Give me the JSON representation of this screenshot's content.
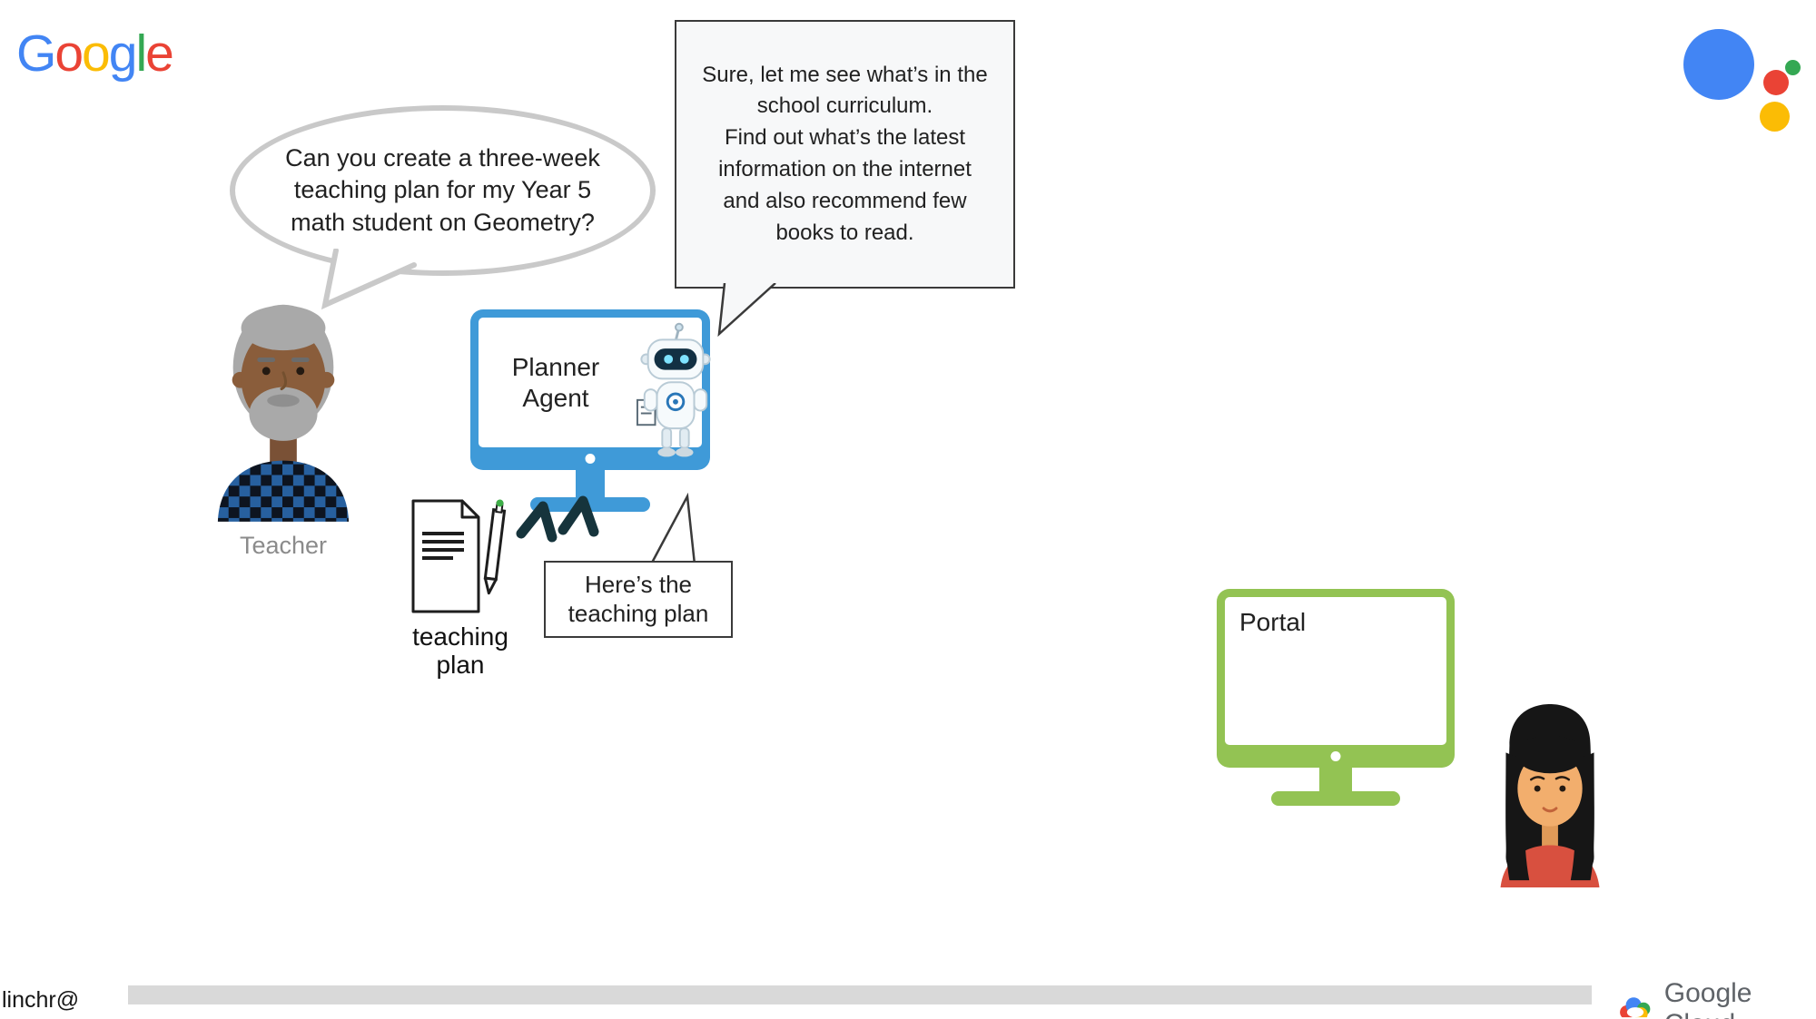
{
  "slide": {
    "google_logo_letters": [
      {
        "ch": "G"
      },
      {
        "ch": "o"
      },
      {
        "ch": "o"
      },
      {
        "ch": "g"
      },
      {
        "ch": "l"
      },
      {
        "ch": "e"
      }
    ],
    "teacher": {
      "speech": "Can you create a three-week teaching plan for my Year 5 math student on Geometry?",
      "label": "Teacher"
    },
    "planner": {
      "monitor_label": "Planner\nAgent",
      "speech": "Sure, let me see what’s in the school curriculum.\nFind out what’s the latest information on the internet and also recommend few books to read.",
      "handoff_speech": "Here’s the\nteaching plan",
      "artifact_label": "teaching\nplan"
    },
    "portal": {
      "monitor_label": "Portal"
    },
    "footer": {
      "username": "linchr@",
      "brand": "Google Cloud"
    },
    "colors": {
      "google_blue": "#4285F4",
      "google_red": "#EA4335",
      "google_yellow": "#FBBC05",
      "google_green": "#34A853",
      "planner_monitor_blue": "#3F9AD8",
      "portal_monitor_green": "#93C353",
      "bubble_border_gray": "#C9C9C9",
      "speech_box_border": "#3A3A3A",
      "progress_bar_gray": "#D9D9D9",
      "cloud_text_gray": "#5F6368"
    },
    "icons": {
      "assistant": "google-assistant-logo",
      "robot": "planner-agent-robot",
      "document": "teaching-plan-document",
      "pen": "pen",
      "legs": "walking-legs",
      "cloud": "google-cloud-logo"
    }
  }
}
